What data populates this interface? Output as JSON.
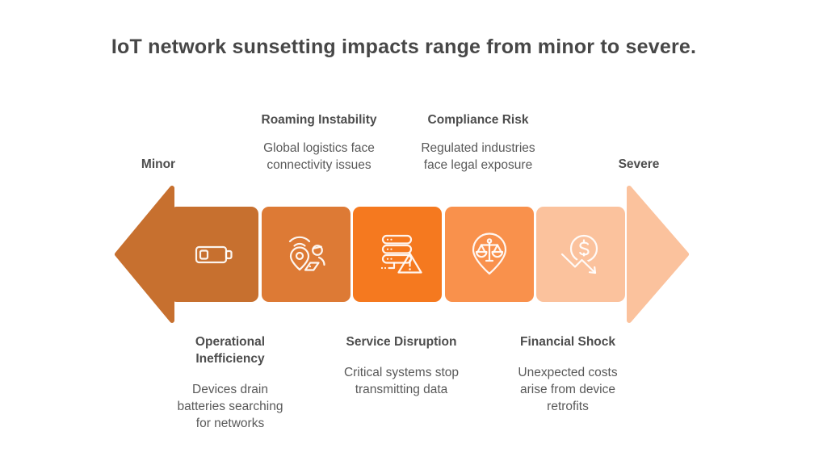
{
  "title": "IoT network sunsetting impacts range from minor to severe.",
  "scale": {
    "left_label": "Minor",
    "right_label": "Severe"
  },
  "stages": [
    {
      "heading": "Operational\nInefficiency",
      "description": "Devices drain\nbatteries searching\nfor networks",
      "label_position": "below",
      "icon": "low-battery-icon"
    },
    {
      "heading": "Roaming Instability",
      "description": "Global logistics face\nconnectivity issues",
      "label_position": "above",
      "icon": "roaming-connectivity-icon"
    },
    {
      "heading": "Service Disruption",
      "description": "Critical systems stop\ntransmitting data",
      "label_position": "below",
      "icon": "server-alert-icon"
    },
    {
      "heading": "Compliance Risk",
      "description": "Regulated industries\nface legal exposure",
      "label_position": "above",
      "icon": "legal-scales-pin-icon"
    },
    {
      "heading": "Financial Shock",
      "description": "Unexpected costs\narise from device\nretrofits",
      "label_position": "below",
      "icon": "dollar-decline-icon"
    }
  ],
  "colors": {
    "stage-1": "#c7702f",
    "stage-2": "#dd7a35",
    "stage-3": "#f5791f",
    "stage-4": "#f9914c",
    "stage-5": "#fbc29d",
    "arrow-left": "#c7702f",
    "arrow-right": "#fbc29d",
    "title-text": "#474747",
    "heading-text": "#4d4d4d",
    "body-text": "#595959"
  }
}
